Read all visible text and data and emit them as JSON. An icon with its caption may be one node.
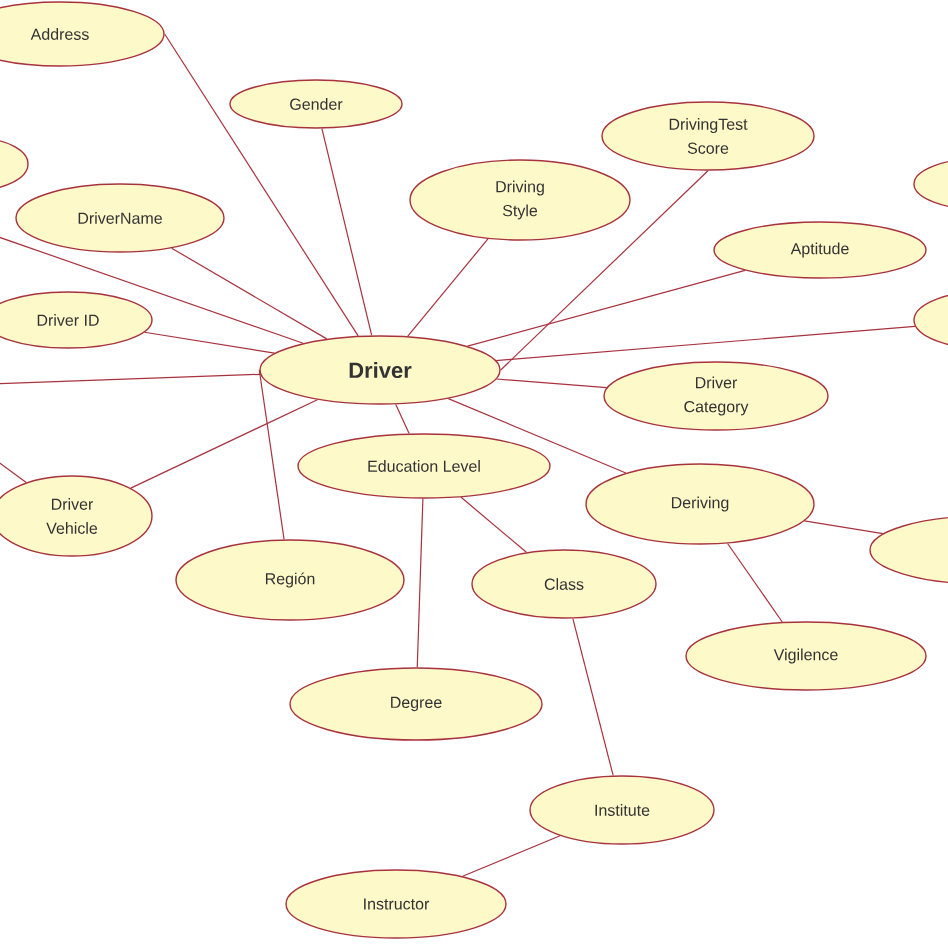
{
  "diagram": {
    "nodes": [
      {
        "text": [
          "Address"
        ]
      },
      {
        "text": [
          "Gender"
        ]
      },
      {
        "text": [],
        "shape": "ellipse"
      },
      {
        "text": [
          "DriverName"
        ]
      },
      {
        "text": [
          "Driver ID"
        ]
      },
      {
        "text": [
          "Driver"
        ]
      },
      {
        "text": [
          "Driver Vehicle"
        ]
      },
      {
        "text": [
          "Education Level"
        ]
      },
      {
        "text": [
          "Región"
        ]
      },
      {
        "text": [
          "Degree"
        ]
      },
      {
        "text": [
          "Instructor"
        ]
      },
      {
        "text": [
          "Driving Style"
        ]
      },
      {
        "text": [
          "DrivingTest Score"
        ]
      },
      {
        "text": [
          "Aptitude"
        ]
      },
      {
        "text": [],
        "shape": "ellipse"
      },
      {
        "text": [],
        "shape": "ellipse"
      },
      {
        "text": [
          "Driver Category"
        ]
      },
      {
        "text": [
          "Deriving"
        ]
      },
      {
        "text": [],
        "shape": "ellipse"
      },
      {
        "text": [
          "Class"
        ]
      },
      {
        "text": [
          "Vigilence"
        ]
      },
      {
        "text": [
          "Institute"
        ]
      }
    ],
    "edges": [
      {
        "from": 5,
        "to": 0,
        "arrow": "none"
      },
      {
        "from": 5,
        "to": 1,
        "arrow": "none"
      },
      {
        "from": 5,
        "to": 3,
        "arrow": "none"
      },
      {
        "from": null,
        "to": 5,
        "arrow": "none"
      },
      {
        "from": 5,
        "to": 4,
        "arrow": "none"
      },
      {
        "from": null,
        "to": 5,
        "arrow": "none"
      },
      {
        "from": 5,
        "to": 6,
        "arrow": "none"
      },
      {
        "from": null,
        "to": 6,
        "arrow": "none"
      },
      {
        "from": 5,
        "to": 8,
        "arrow": "none"
      },
      {
        "from": 5,
        "to": 7,
        "arrow": "none"
      },
      {
        "from": 5,
        "to": 11,
        "arrow": "none"
      },
      {
        "from": 5,
        "to": 12,
        "arrow": "none"
      },
      {
        "from": 5,
        "to": 13,
        "arrow": "none"
      },
      {
        "from": 5,
        "to": 15,
        "arrow": "none"
      },
      {
        "from": 5,
        "to": 16,
        "arrow": "none"
      },
      {
        "from": 5,
        "to": 17,
        "arrow": "none"
      },
      {
        "from": 17,
        "to": 18,
        "arrow": "none"
      },
      {
        "from": 17,
        "to": 20,
        "arrow": "none"
      },
      {
        "from": 7,
        "to": 9,
        "arrow": "none"
      },
      {
        "from": 7,
        "to": 19,
        "arrow": "none"
      },
      {
        "from": 19,
        "to": 21,
        "arrow": "none"
      },
      {
        "from": 21,
        "to": 10,
        "arrow": "none"
      }
    ]
  }
}
